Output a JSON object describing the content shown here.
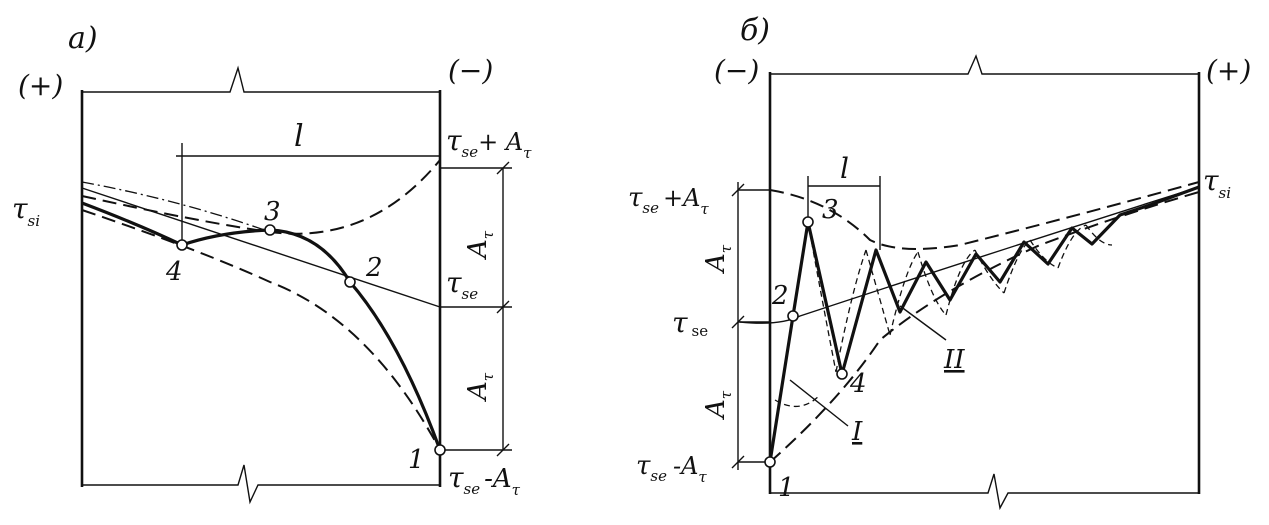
{
  "panel_a": {
    "panel_label": "а)",
    "sign_left": "(+)",
    "sign_right": "(−)",
    "tau_si": "τ",
    "tau_si_sub": "si",
    "length": "l",
    "top_right_tau": "τ",
    "top_right_sub": "se",
    "top_right_tail": "+ A",
    "top_right_tail_sub": "τ",
    "a_tau_upper": "A",
    "a_tau_upper_sub": "τ",
    "tau_se": "τ",
    "tau_se_sub": "se",
    "a_tau_lower": "A",
    "a_tau_lower_sub": "τ",
    "bottom_tau": "τ",
    "bottom_sub": "se",
    "bottom_tail": "-A",
    "bottom_tail_sub": "τ",
    "points": [
      "1",
      "2",
      "3",
      "4"
    ]
  },
  "panel_b": {
    "panel_label": "б)",
    "sign_left": "(−)",
    "sign_right": "(+)",
    "top_left_tau": "τ",
    "top_left_sub": "se",
    "top_left_tail": "+A",
    "top_left_tail_sub": "τ",
    "length": "l",
    "tau_si": "τ",
    "tau_si_sub": "si",
    "a_tau": "A",
    "a_tau_sub": "τ",
    "a_tau2": "A",
    "a_tau2_sub": "τ",
    "tau_se": "τ",
    "tau_se_sub": "se",
    "bottom_tau": "τ",
    "bottom_sub": "se",
    "bottom_tail": "-A",
    "bottom_tail_sub": "τ",
    "curve_I": "I",
    "curve_II": "II",
    "points": [
      "1",
      "2",
      "3",
      "4"
    ]
  }
}
